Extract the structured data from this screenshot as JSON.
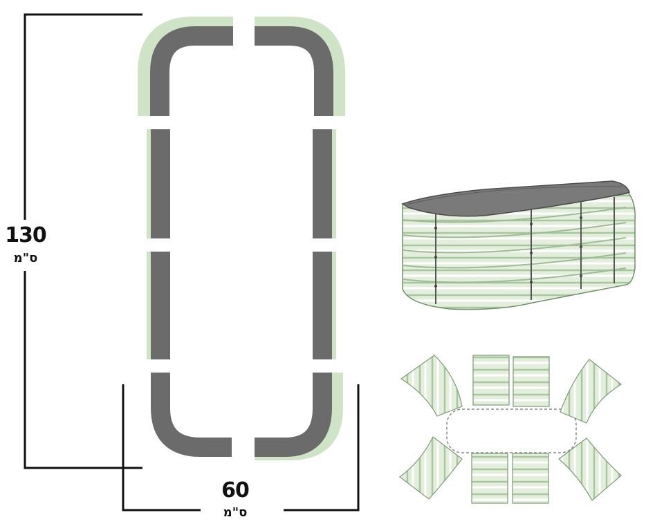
{
  "dimensions": {
    "height": {
      "value": "130",
      "unit": "ס\"מ"
    },
    "width": {
      "value": "60",
      "unit": "ס\"מ"
    }
  },
  "colors": {
    "panel_gray": "#6b6b6b",
    "panel_green": "#d9ead3",
    "panel_green_shadow": "#bcd6b4",
    "line": "#111111",
    "rivet": "#444444",
    "dashed": "#888888"
  }
}
